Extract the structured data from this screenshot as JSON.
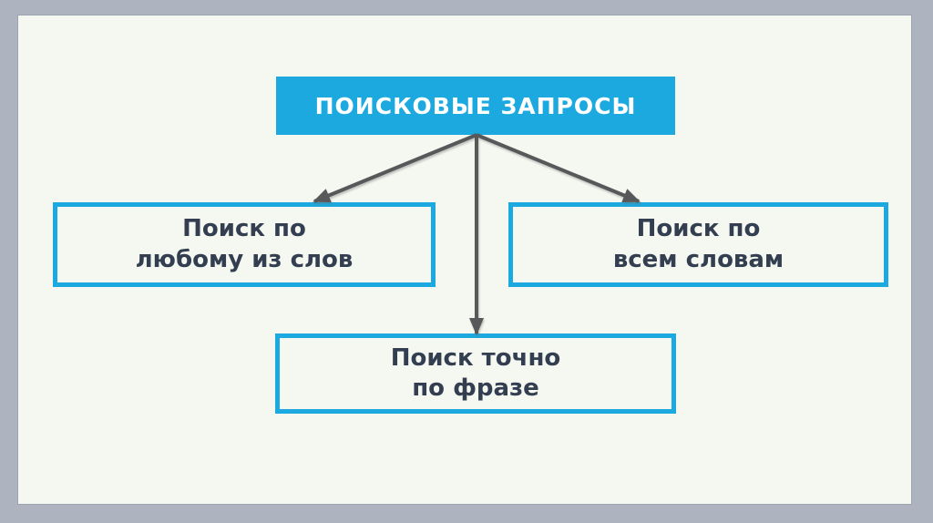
{
  "slide": {
    "kind": "presentation-diagram"
  },
  "diagram": {
    "type": "tree",
    "root": {
      "id": "search-queries",
      "label": "ПОИСКОВЫЕ ЗАПРОСЫ"
    },
    "nodes": [
      {
        "id": "any-word",
        "label": "Поиск по\nлюбому из слов"
      },
      {
        "id": "all-words",
        "label": "Поиск по\nвсем словам"
      },
      {
        "id": "exact-phrase",
        "label": "Поиск точно\nпо фразе"
      }
    ],
    "edges": [
      {
        "from": "search-queries",
        "to": "any-word"
      },
      {
        "from": "search-queries",
        "to": "all-words"
      },
      {
        "from": "search-queries",
        "to": "exact-phrase"
      }
    ],
    "colors": {
      "accent": "#1ba9e0",
      "node_text": "#333f50",
      "root_text": "#ffffff",
      "arrow": "#57585a",
      "slide_background": "#f5f7f1",
      "outer_background": "#adb3bf"
    }
  }
}
